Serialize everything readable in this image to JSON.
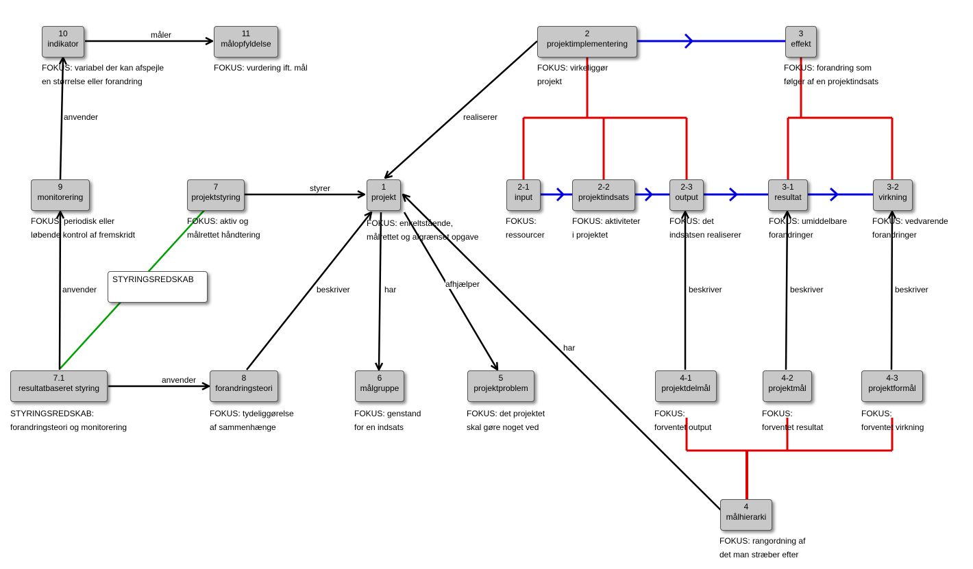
{
  "nodes": {
    "n10": {
      "num": "10",
      "label": "indikator"
    },
    "n11": {
      "num": "11",
      "label": "målopfyldelse"
    },
    "n2": {
      "num": "2",
      "label": "projektimplementering"
    },
    "n3": {
      "num": "3",
      "label": "effekt"
    },
    "n9": {
      "num": "9",
      "label": "monitorering"
    },
    "n7": {
      "num": "7",
      "label": "projektstyring"
    },
    "n1": {
      "num": "1",
      "label": "projekt"
    },
    "n21": {
      "num": "2-1",
      "label": "input"
    },
    "n22": {
      "num": "2-2",
      "label": "projektindsats"
    },
    "n23": {
      "num": "2-3",
      "label": "output"
    },
    "n31": {
      "num": "3-1",
      "label": "resultat"
    },
    "n32": {
      "num": "3-2",
      "label": "virkning"
    },
    "n71": {
      "num": "7.1",
      "label": "resultatbaseret styring"
    },
    "n8": {
      "num": "8",
      "label": "forandringsteori"
    },
    "n6": {
      "num": "6",
      "label": "målgruppe"
    },
    "n5": {
      "num": "5",
      "label": "projektproblem"
    },
    "n41": {
      "num": "4-1",
      "label": "projektdelmål"
    },
    "n42": {
      "num": "4-2",
      "label": "projektmål"
    },
    "n43": {
      "num": "4-3",
      "label": "projektformål"
    },
    "n4": {
      "num": "4",
      "label": "målhierarki"
    }
  },
  "focus": {
    "n10": [
      "FOKUS: variabel der kan afspejle",
      "en størrelse eller forandring"
    ],
    "n11": [
      "FOKUS: vurdering ift. mål"
    ],
    "n2": [
      "FOKUS: virkeliggør",
      "projekt"
    ],
    "n3": [
      "FOKUS: forandring som",
      "følger af en projektindsats"
    ],
    "n9": [
      "FOKUS: periodisk eller",
      "løbende kontrol af fremskridt"
    ],
    "n7": [
      "FOKUS: aktiv og",
      "målrettet håndtering"
    ],
    "n1": [
      "FOKUS: enkeltstående,",
      "målrettet og afgrænset opgave"
    ],
    "n21": [
      "FOKUS:",
      "ressourcer"
    ],
    "n22": [
      "FOKUS: aktiviteter",
      "i projektet"
    ],
    "n23": [
      "FOKUS: det",
      "indsatsen realiserer"
    ],
    "n31": [
      "FOKUS: umiddelbare",
      "forandringer"
    ],
    "n32": [
      "FOKUS: vedvarende",
      "forandringer"
    ],
    "n71": [
      "STYRINGSREDSKAB:",
      "forandringsteori og monitorering"
    ],
    "n8": [
      "FOKUS: tydeliggørelse",
      "af sammenhænge"
    ],
    "n6": [
      "FOKUS: genstand",
      "for en indsats"
    ],
    "n5": [
      "FOKUS: det projektet",
      "skal gøre noget ved"
    ],
    "n41": [
      "FOKUS:",
      "forventet output"
    ],
    "n42": [
      "FOKUS:",
      "forventet resultat"
    ],
    "n43": [
      "FOKUS:",
      "forventet virkning"
    ],
    "n4": [
      "FOKUS: rangordning af",
      "det man stræber efter"
    ]
  },
  "edge_labels": {
    "maaler": "måler",
    "anvender_10": "anvender",
    "anvender_9": "anvender",
    "anvender_8": "anvender",
    "styrer": "styrer",
    "realiserer": "realiserer",
    "beskriver_8": "beskriver",
    "har_6": "har",
    "afhjaelper": "afhjælper",
    "har_4": "har",
    "beskriver_41": "beskriver",
    "beskriver_42": "beskriver",
    "beskriver_43": "beskriver"
  },
  "note": {
    "label": "STYRINGSREDSKAB"
  },
  "colors": {
    "relation": "#000000",
    "hierarchy": "#e00000",
    "flow": "#0000e0",
    "tool_link": "#00a000",
    "node_fill": "#c8c8c8"
  }
}
